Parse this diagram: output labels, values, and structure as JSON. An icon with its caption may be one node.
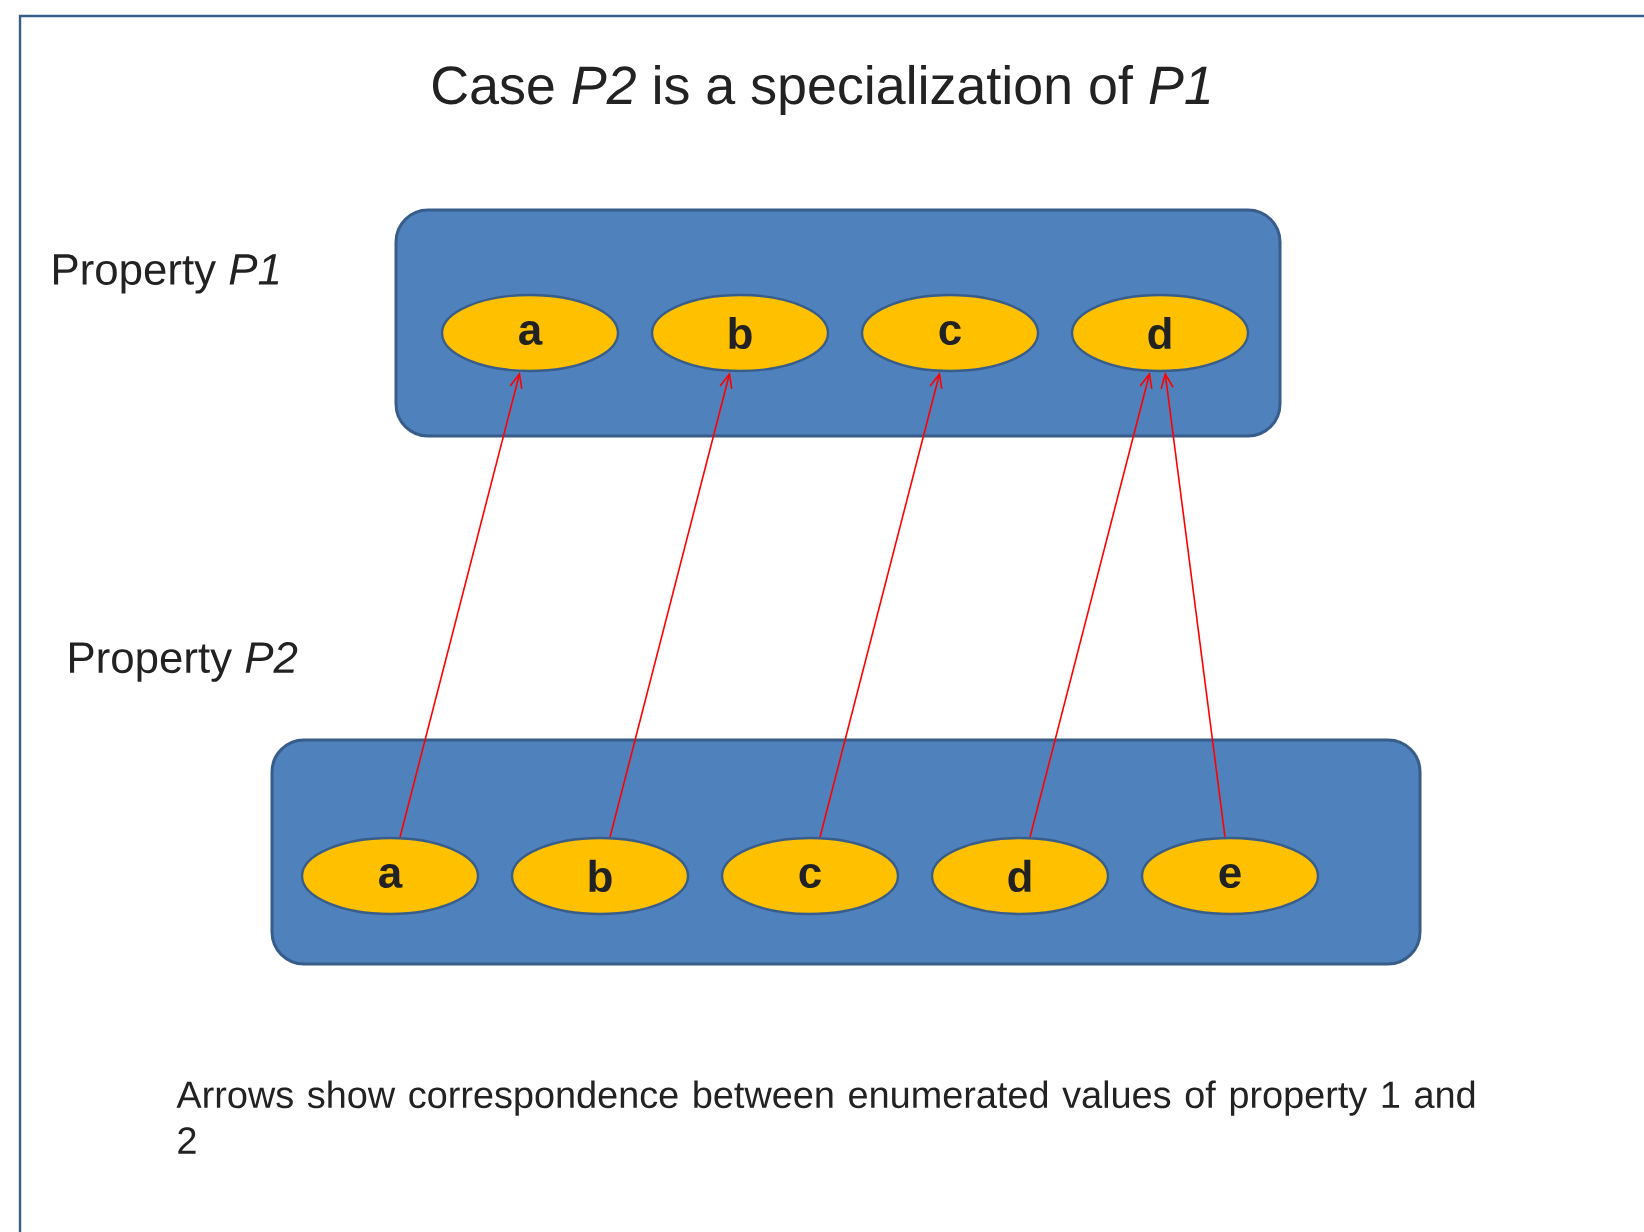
{
  "diagram": {
    "title": "Case *P2* is a specialization of *P1*",
    "nodes": [
      {
        "text": [
          "Property *P1*"
        ]
      },
      {
        "text": [
          "a"
        ],
        "in": 0
      },
      {
        "text": [
          "b"
        ],
        "in": 0
      },
      {
        "text": [
          "c"
        ],
        "in": 0
      },
      {
        "text": [
          "d"
        ],
        "in": 0
      },
      {
        "text": [
          "Property *P2*"
        ]
      },
      {
        "text": [
          "a"
        ],
        "in": 5
      },
      {
        "text": [
          "b"
        ],
        "in": 5
      },
      {
        "text": [
          "c"
        ],
        "in": 5
      },
      {
        "text": [
          "d"
        ],
        "in": 5
      },
      {
        "text": [
          "e"
        ],
        "in": 5
      }
    ],
    "edges": [
      {
        "from": 6,
        "to": 1,
        "arrow": "to"
      },
      {
        "from": 7,
        "to": 2,
        "arrow": "to"
      },
      {
        "from": 8,
        "to": 3,
        "arrow": "to"
      },
      {
        "from": 9,
        "to": 4,
        "arrow": "to"
      },
      {
        "from": 10,
        "to": 4,
        "arrow": "to"
      }
    ],
    "labels": [
      "Arrows show correspondence between enumerated values of property 1 and 2"
    ]
  }
}
